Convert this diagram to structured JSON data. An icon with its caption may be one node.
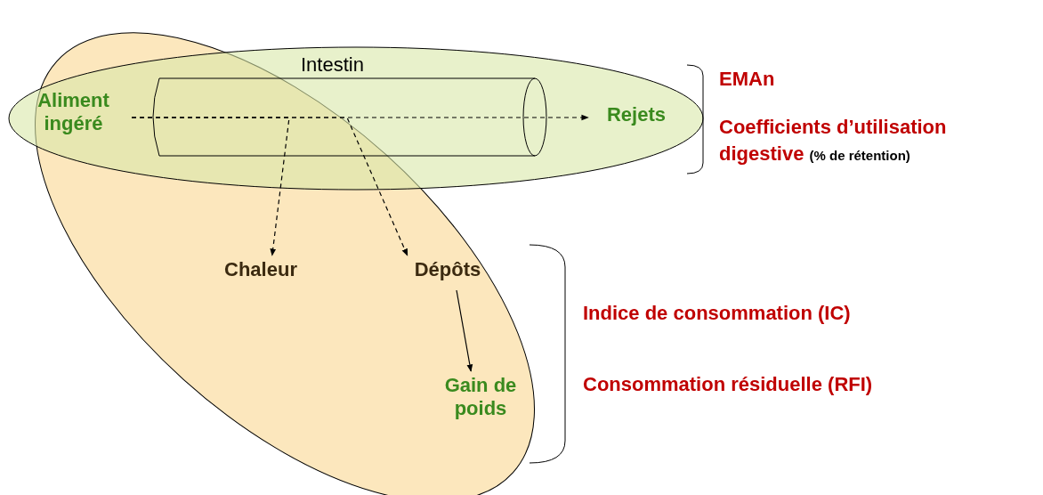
{
  "diagram": {
    "nodes": [
      {
        "text": [
          "Aliment ingéré"
        ]
      },
      {
        "text": [
          "Rejets"
        ]
      },
      {
        "text": [
          "Chaleur"
        ]
      },
      {
        "text": [
          "Dépôts"
        ]
      },
      {
        "text": [
          "Gain de poids"
        ]
      }
    ],
    "edges": [
      {
        "from": 0,
        "to": 1,
        "arrow": "to",
        "style": "dashed"
      },
      {
        "from": 0,
        "to": 2,
        "arrow": "to",
        "style": "dashed"
      },
      {
        "from": 0,
        "to": 3,
        "arrow": "to",
        "style": "dashed"
      },
      {
        "from": 3,
        "to": 4,
        "arrow": "to"
      }
    ],
    "labels": [
      "Intestin",
      "EMAn",
      "Coefficients d’utilisation digestive",
      "(% de rétention)",
      "Indice de consommation (IC)",
      "Consommation résiduelle (RFI)"
    ]
  }
}
